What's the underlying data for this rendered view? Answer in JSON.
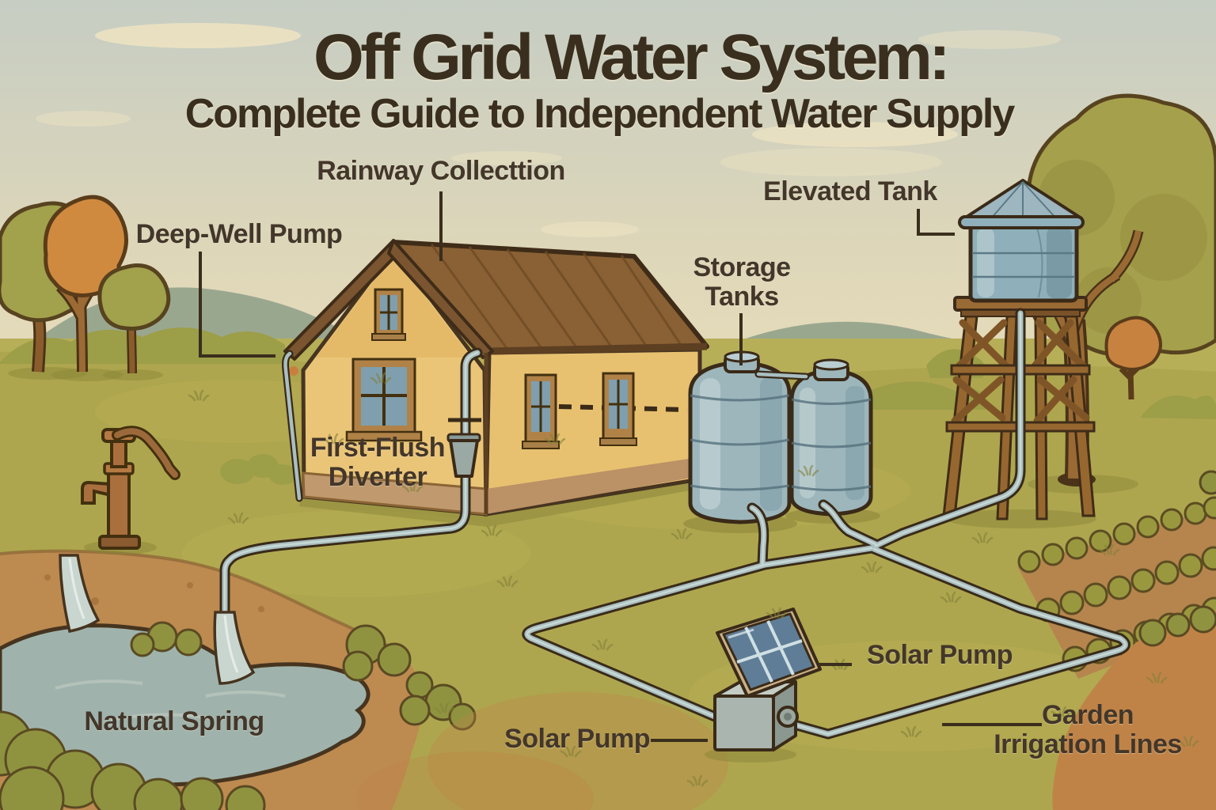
{
  "title": "Off Grid Water System:",
  "subtitle": "Complete Guide to Independent Water Supply",
  "labels": {
    "rainwater_collection": "Rainway Collecttion",
    "deep_well_pump": "Deep-Well Pump",
    "elevated_tank": "Elevated Tank",
    "storage_tanks_line1": "Storage",
    "storage_tanks_line2": "Tanks",
    "first_flush_line1": "First-Flush",
    "first_flush_line2": "Diverter",
    "natural_spring": "Natural Spring",
    "solar_pump_left": "Solar Pump",
    "solar_pump_right": "Solar Pump",
    "garden_irrigation_line1": "Garden",
    "garden_irrigation_line2": "Irrigation Lines"
  },
  "palette": {
    "sky_top": "#c6cdc3",
    "sky_bottom": "#eadfba",
    "cloud": "#ece2c2",
    "hill": "#9aa78f",
    "grass": "#aea64e",
    "dirt": "#bd8a50",
    "pond_water": "#9fb3ac",
    "stream_water": "#c9d6cf",
    "roof_brown": "#8a6134",
    "wall_yellow": "#eac577",
    "foundation": "#c09a6e",
    "window_glass": "#7f9fae",
    "tank_blue": "#9db6bc",
    "elevated_tank_blue": "#8fb0ba",
    "pipe_blue": "#a9bec0",
    "wood_brown": "#96672f",
    "pump_rust": "#a96f3d",
    "solar_panel_blue": "#5f7d96",
    "label_text": "#43362a",
    "leader_line": "#3a2e1d"
  }
}
